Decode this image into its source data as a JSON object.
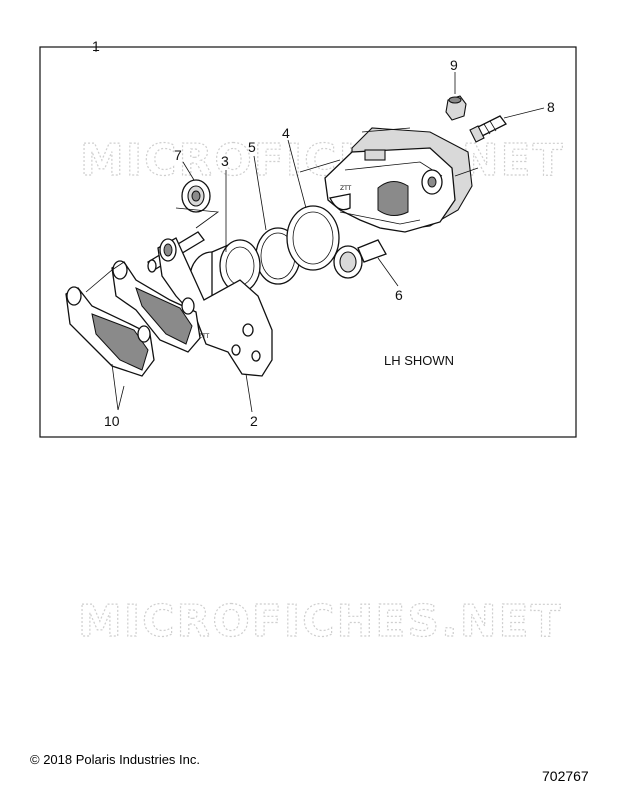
{
  "watermarks": [
    "MICROFICHES.NET",
    "MICROFICHES.NET"
  ],
  "callouts": {
    "c1": "1",
    "c2": "2",
    "c3": "3",
    "c4": "4",
    "c5": "5",
    "c6": "6",
    "c7": "7",
    "c8": "8",
    "c9": "9",
    "c10": "10"
  },
  "note": "LH SHOWN",
  "copyright": "© 2018 Polaris Industries Inc.",
  "figure_number": "702767"
}
